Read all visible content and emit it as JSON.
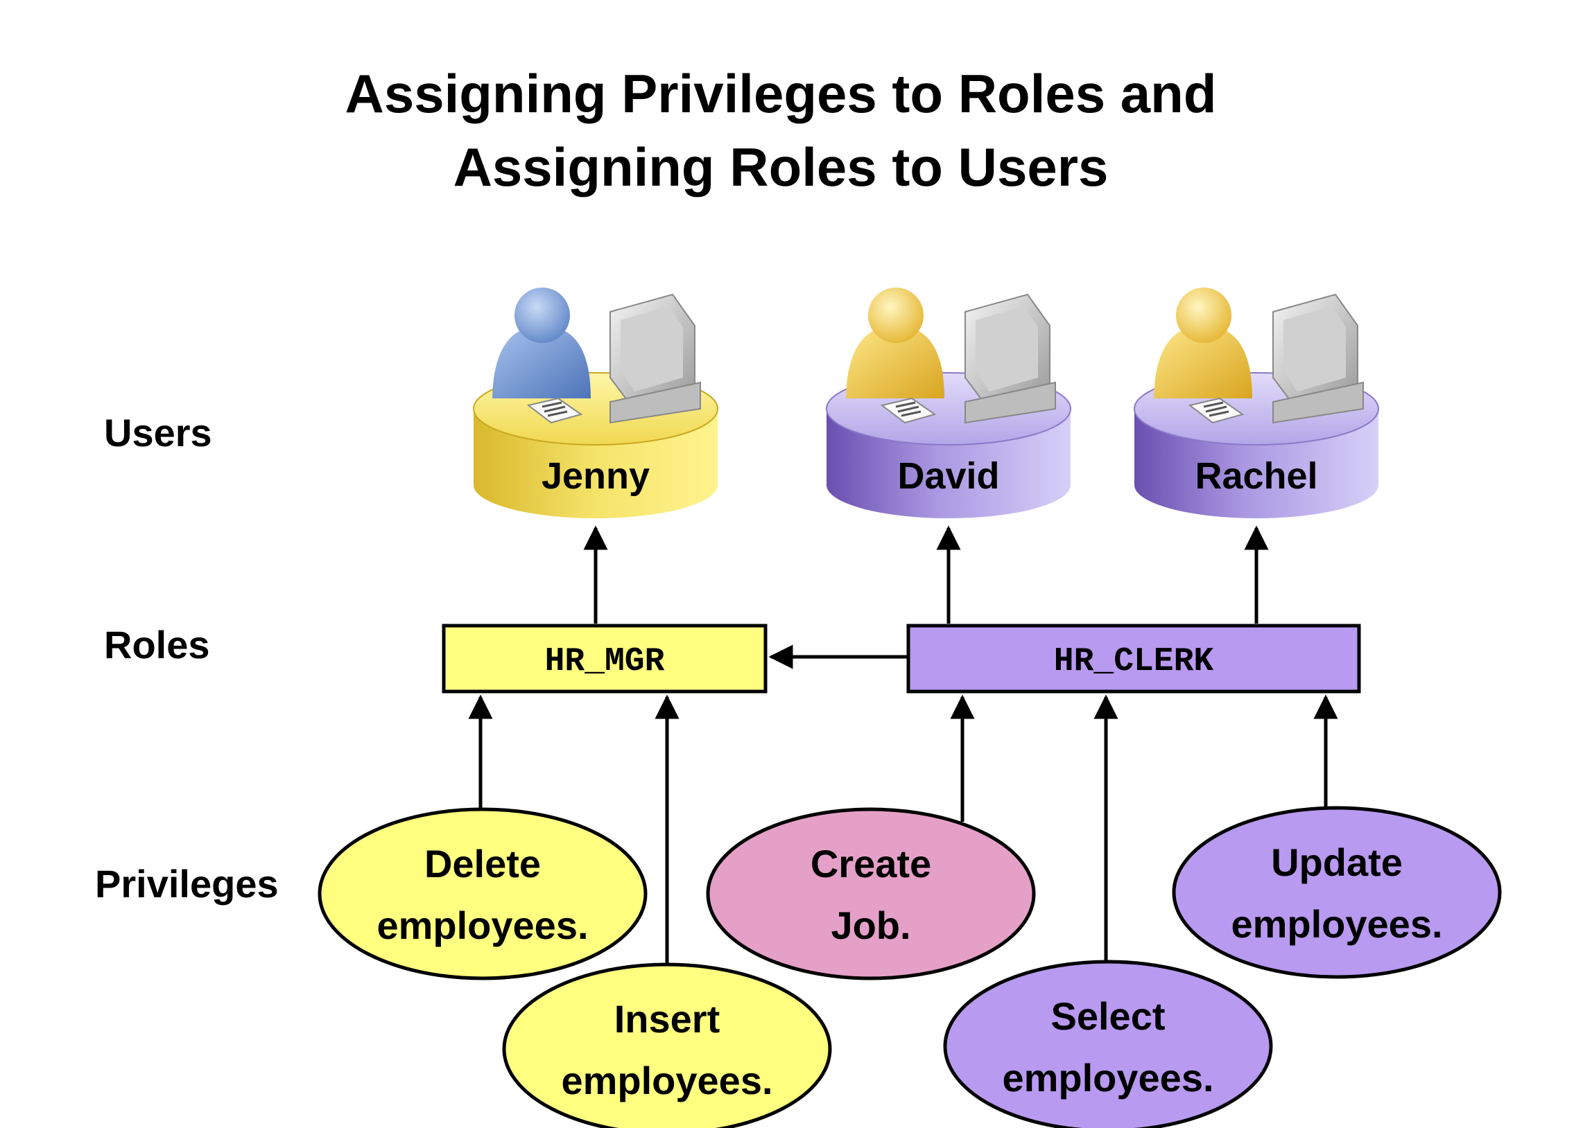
{
  "title": {
    "line1": "Assigning Privileges to Roles and",
    "line2": "Assigning Roles to Users"
  },
  "row_labels": {
    "users": "Users",
    "roles": "Roles",
    "privileges": "Privileges"
  },
  "users": [
    {
      "name": "Jenny",
      "theme": "yellow"
    },
    {
      "name": "David",
      "theme": "purple"
    },
    {
      "name": "Rachel",
      "theme": "purple"
    }
  ],
  "roles": [
    {
      "name": "HR_MGR",
      "color": "#ffff80"
    },
    {
      "name": "HR_CLERK",
      "color": "#b89af0"
    }
  ],
  "privileges": [
    {
      "line1": "Delete",
      "line2": "employees.",
      "color": "#ffff80"
    },
    {
      "line1": "Insert",
      "line2": "employees.",
      "color": "#ffff80"
    },
    {
      "line1": "Create",
      "line2": "Job.",
      "color": "#e5a0c8"
    },
    {
      "line1": "Select",
      "line2": "employees.",
      "color": "#b89af0"
    },
    {
      "line1": "Update",
      "line2": "employees.",
      "color": "#b89af0"
    }
  ],
  "colors": {
    "user_yellow": "#f2e15a",
    "user_purple": "#9a86d8",
    "person_blue": "#7d9fd4",
    "person_gold": "#f2cd50",
    "arrow": "#000000"
  },
  "icons": [
    "person-icon",
    "computer-monitor-icon",
    "document-icon"
  ]
}
